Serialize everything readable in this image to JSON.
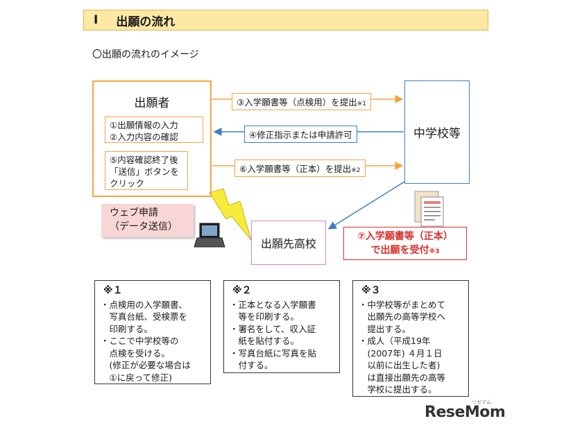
{
  "header": {
    "num": "I",
    "title": "出願の流れ"
  },
  "subtitle": "〇出願の流れのイメージ",
  "applicant": {
    "title": "出願者",
    "steps_a": [
      "①出願情報の入力",
      "②入力内容の確認"
    ],
    "steps_b": [
      "⑤内容確認終了後",
      "「送信」ボタンを",
      "クリック"
    ]
  },
  "school": {
    "label": "中学校等"
  },
  "high_school": {
    "label": "出願先高校"
  },
  "arrows": {
    "step3": {
      "text": "③入学願書等（点検用）を提出",
      "note": "※1"
    },
    "step4": {
      "text": "④修正指示または申請許可"
    },
    "step6": {
      "text": "⑥入学願書等（正本）を提出",
      "note": "※2"
    }
  },
  "web": {
    "line1": "ウェブ申請",
    "line2": "（データ送信）"
  },
  "receipt": {
    "line1": "⑦入学願書等（正本）",
    "line2": "で出願を受付",
    "note": "※3"
  },
  "notes": [
    {
      "title": "※１",
      "lines": [
        "・点検用の入学願書、",
        "　写真台紙、受検票を",
        "　印刷する。",
        "・ここで中学校等の",
        "　点検を受ける。",
        "　(修正が必要な場合は",
        "　①に戻って修正)"
      ]
    },
    {
      "title": "※２",
      "lines": [
        "・正本となる入学願書",
        "　等を印刷する。",
        "・署名をして、収入証",
        "　紙を貼付する。",
        "・写真台紙に写真を貼",
        "　付する。"
      ]
    },
    {
      "title": "※３",
      "lines": [
        "・中学校等がまとめて",
        "　出願先の高等学校へ",
        "　提出する。",
        "・成人（平成19年",
        "　(2007年) ４月１日",
        "　以前に出生した者)",
        "　は直接出願先の高等",
        "　学校に提出する。"
      ]
    }
  ],
  "logo": {
    "text": "ReseMom",
    "sub": "リセマム"
  },
  "colors": {
    "orange": "#f5a341",
    "blue": "#3b7fc4",
    "pink": "#e07fd0",
    "red": "#d9302c",
    "title_bg": "#fde9a6"
  }
}
